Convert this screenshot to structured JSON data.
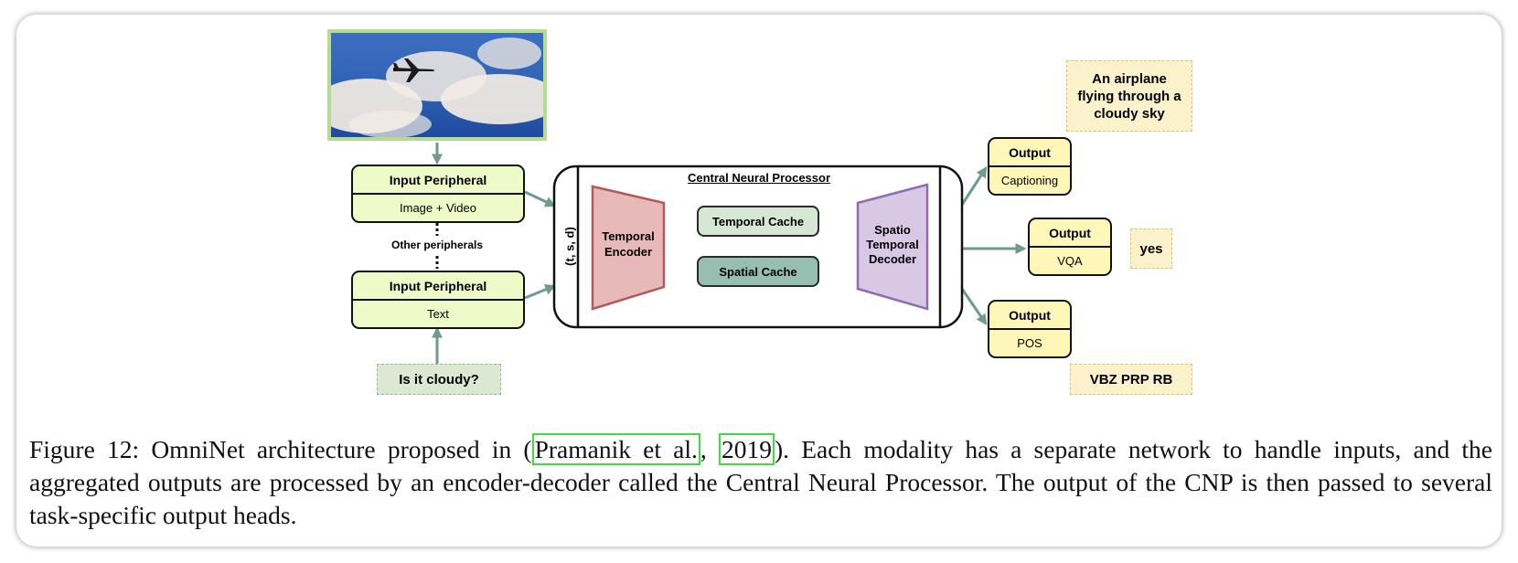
{
  "figure": {
    "input_image": {
      "description_icon": "airplane-icon"
    },
    "input_peripheral_top": {
      "title": "Input Peripheral",
      "label": "Image + Video"
    },
    "other_peripherals": "Other peripherals",
    "input_peripheral_bottom": {
      "title": "Input Peripheral",
      "label": "Text"
    },
    "question": "Is it cloudy?",
    "cnp_title": "Central Neural Processor",
    "tsd_label": "(t, s, d)",
    "temporal_encoder": "Temporal Encoder",
    "temporal_cache": "Temporal Cache",
    "spatial_cache": "Spatial Cache",
    "decoder": "Spatio Temporal Decoder",
    "outputs": [
      {
        "title": "Output",
        "label": "Captioning",
        "result": "An airplane flying through a cloudy sky"
      },
      {
        "title": "Output",
        "label": "VQA",
        "result": "yes"
      },
      {
        "title": "Output",
        "label": "POS",
        "result": "VBZ PRP RB"
      }
    ],
    "colors": {
      "arrow": "#6f9a8d",
      "encoder": "#e8b9b9",
      "decoder": "#d8c8e6",
      "input_box": "#eefbc9",
      "output_box": "#fff7b8",
      "citation_box": "#3fdc3f"
    }
  },
  "caption": {
    "prefix": "Figure 12: OmniNet architecture proposed in (",
    "cite_author": "Pramanik et al.",
    "comma": ", ",
    "cite_year": "2019",
    "suffix": "). Each modality has a separate network to handle inputs, and the aggregated outputs are processed by an encoder-decoder called the Central Neural Processor. The output of the CNP is then passed to several task-specific output heads."
  }
}
